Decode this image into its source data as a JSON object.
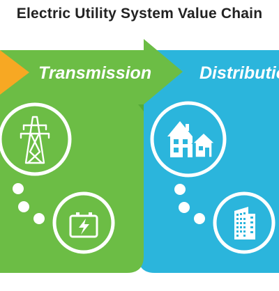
{
  "title": "Electric Utility System Value Chain",
  "stages": [
    {
      "label": "Transmission",
      "color": "#6cbd45",
      "icons": [
        "transmission-tower-icon",
        "battery-icon"
      ]
    },
    {
      "label": "Distribution",
      "color": "#2bb5dc",
      "icons": [
        "houses-icon",
        "office-building-icon"
      ]
    }
  ],
  "colors": {
    "generation_arrow": "#f7a823",
    "transmission": "#6cbd45",
    "distribution": "#2bb5dc",
    "icon_outline": "#ffffff"
  }
}
